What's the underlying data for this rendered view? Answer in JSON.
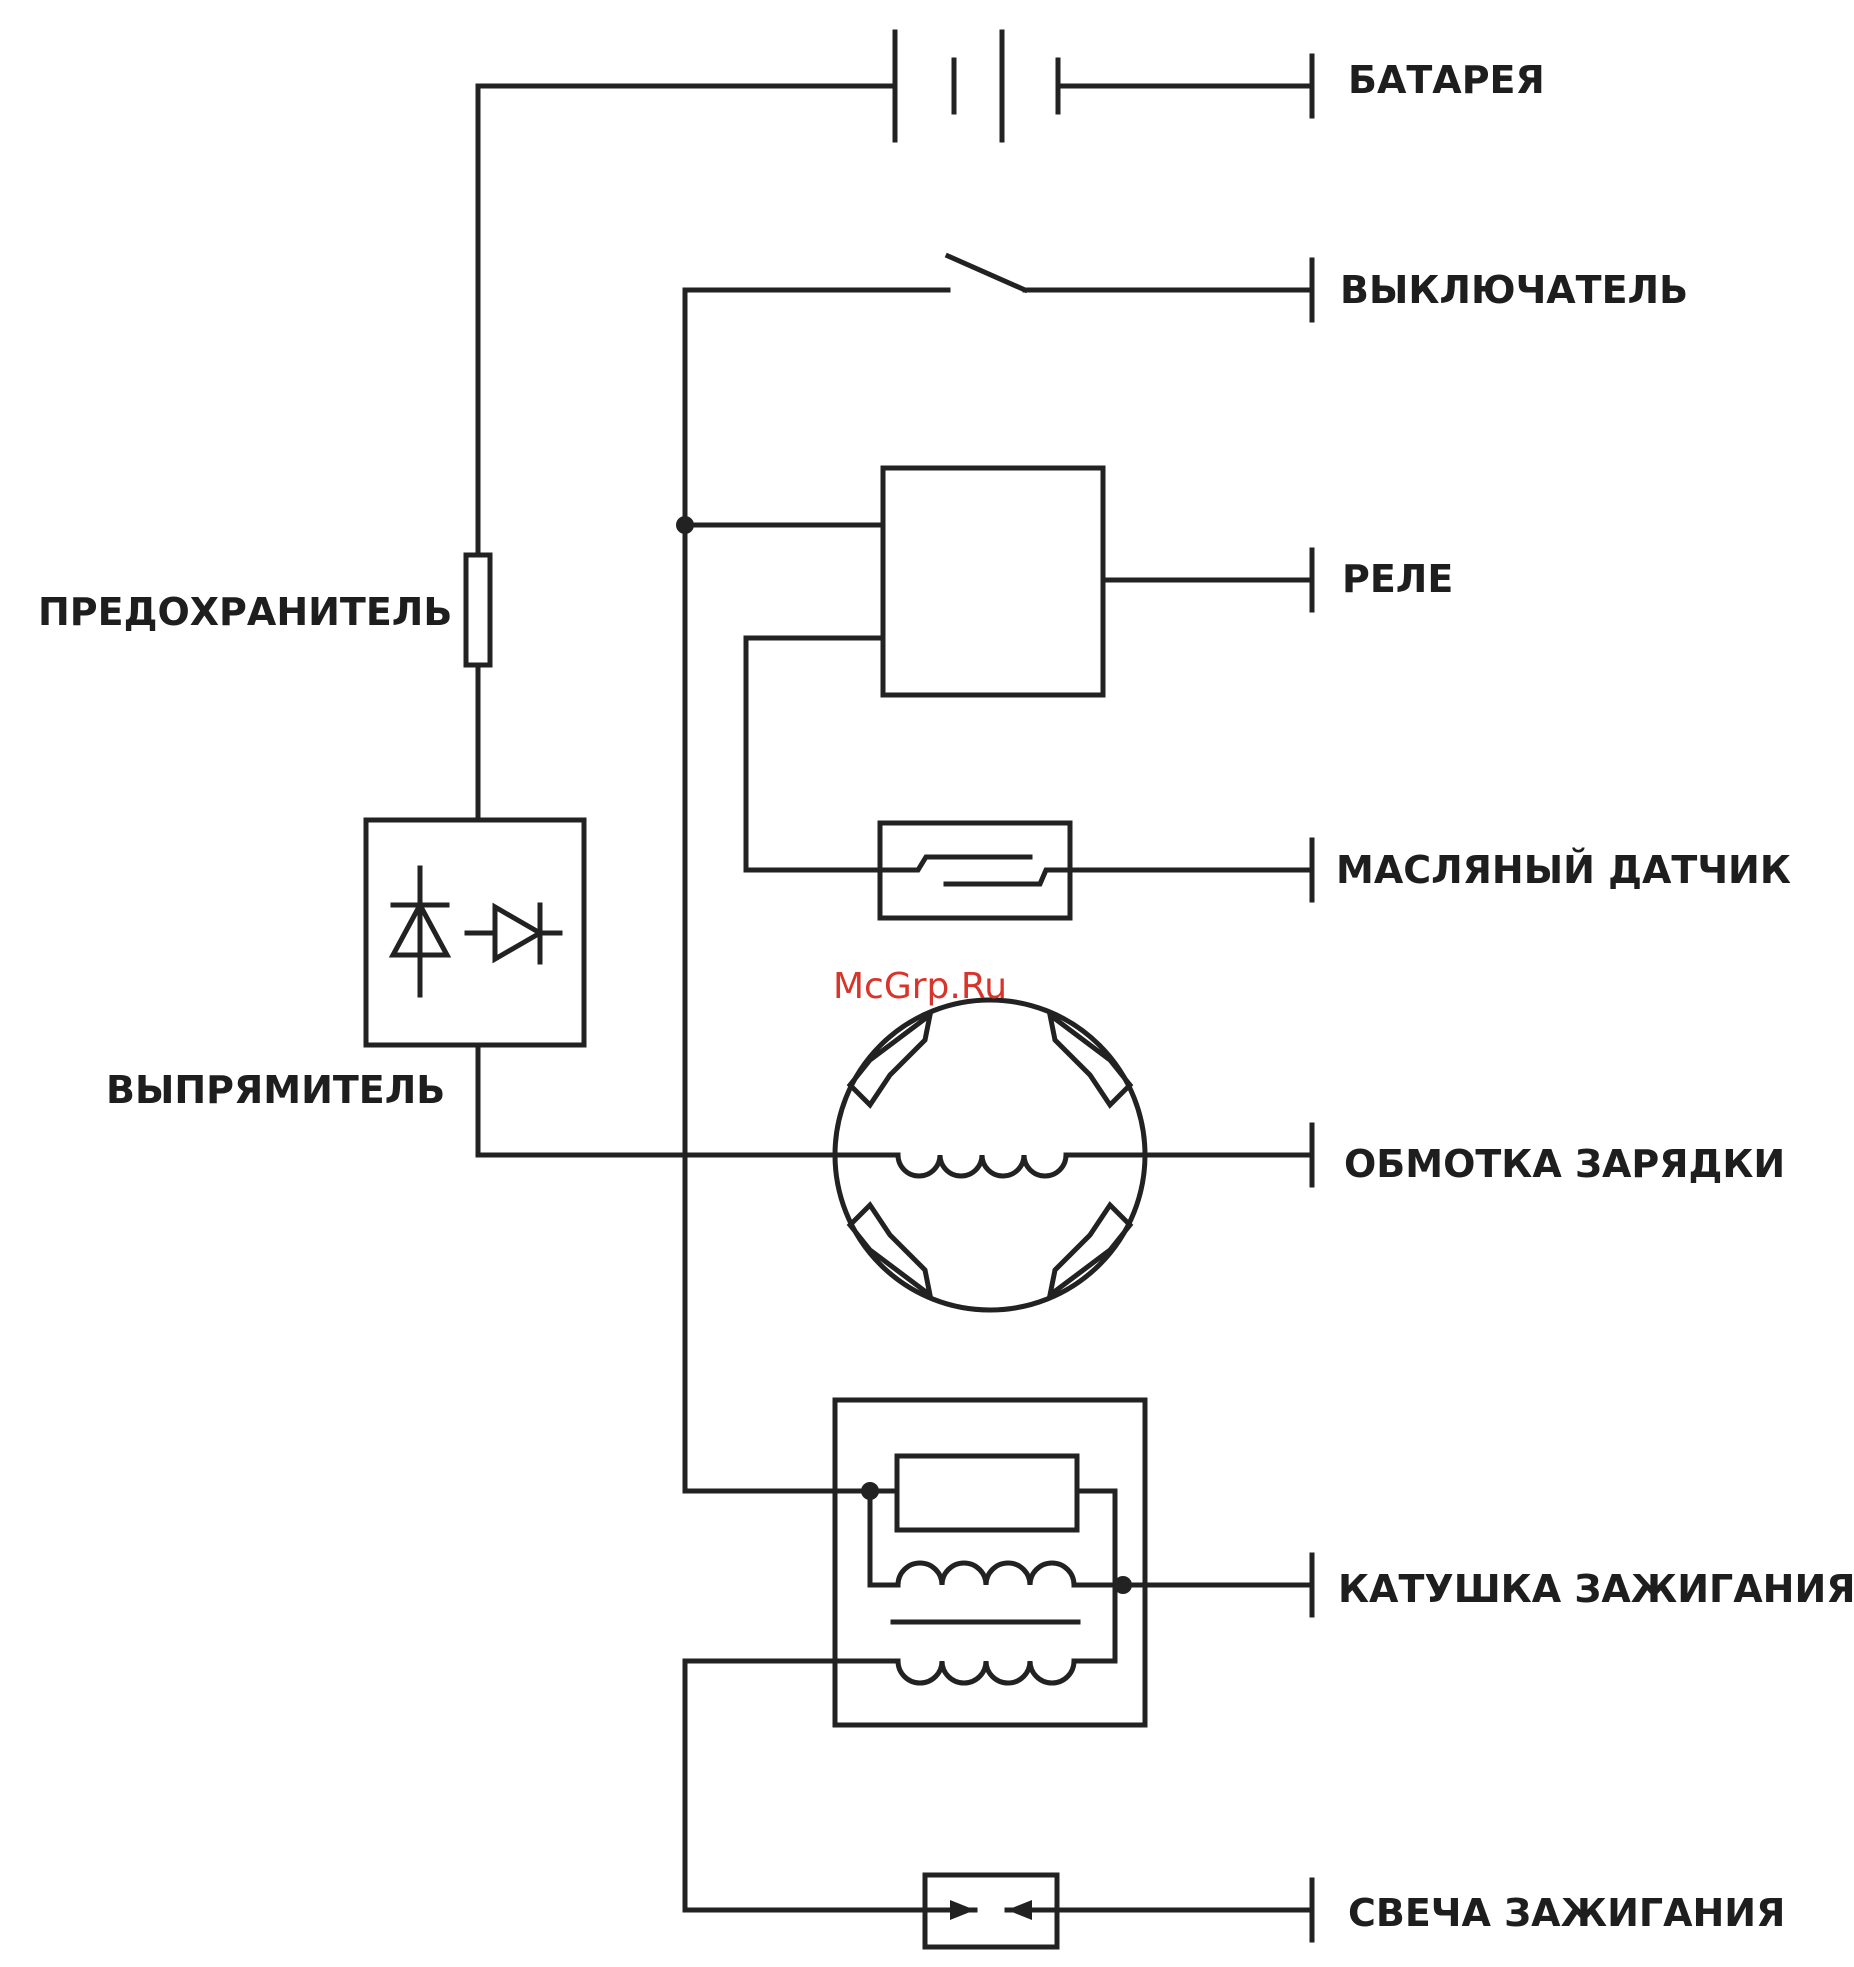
{
  "labels": {
    "battery": "БАТАРЕЯ",
    "switch": "ВЫКЛЮЧАТЕЛЬ",
    "relay": "РЕЛЕ",
    "oil_sensor": "МАСЛЯНЫЙ ДАТЧИК",
    "charge_coil": "ОБМОТКА ЗАРЯДКИ",
    "ignition_coil": "КАТУШКА ЗАЖИГАНИЯ",
    "spark_plug": "СВЕЧА ЗАЖИГАНИЯ",
    "fuse": "ПРЕДОХРАНИТЕЛЬ",
    "rectifier": "ВЫПРЯМИТЕЛЬ"
  },
  "watermark": "McGrp.Ru",
  "colors": {
    "line": "#222222",
    "watermark": "#d9342b",
    "background": "#ffffff"
  }
}
